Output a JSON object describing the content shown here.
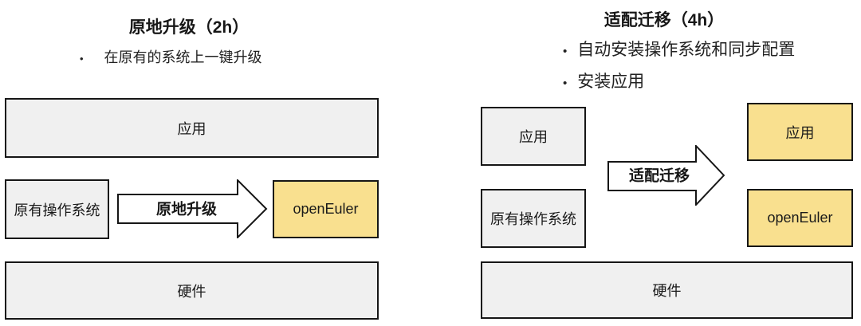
{
  "palette": {
    "background": "#ffffff",
    "box_gray_fill": "#f0f0f0",
    "box_yellow_fill": "#f9e08f",
    "box_border": "#161616",
    "text": "#1a1a1a"
  },
  "left": {
    "title": "原地升级（2h）",
    "bullet_marker": "•",
    "bullets": [
      "在原有的系统上一键升级"
    ],
    "app_box_label": "应用",
    "legacy_os_box_label": "原有操作系统",
    "arrow_label": "原地升级",
    "openeuler_box_label": "openEuler",
    "hardware_box_label": "硬件"
  },
  "right": {
    "title": "适配迁移（4h）",
    "bullet_marker": "•",
    "bullets": [
      "自动安装操作系统和同步配置",
      "安装应用"
    ],
    "legacy_app_box_label": "应用",
    "legacy_os_box_label": "原有操作系统",
    "arrow_label": "适配迁移",
    "migrated_app_box_label": "应用",
    "openeuler_box_label": "openEuler",
    "hardware_box_label": "硬件"
  }
}
